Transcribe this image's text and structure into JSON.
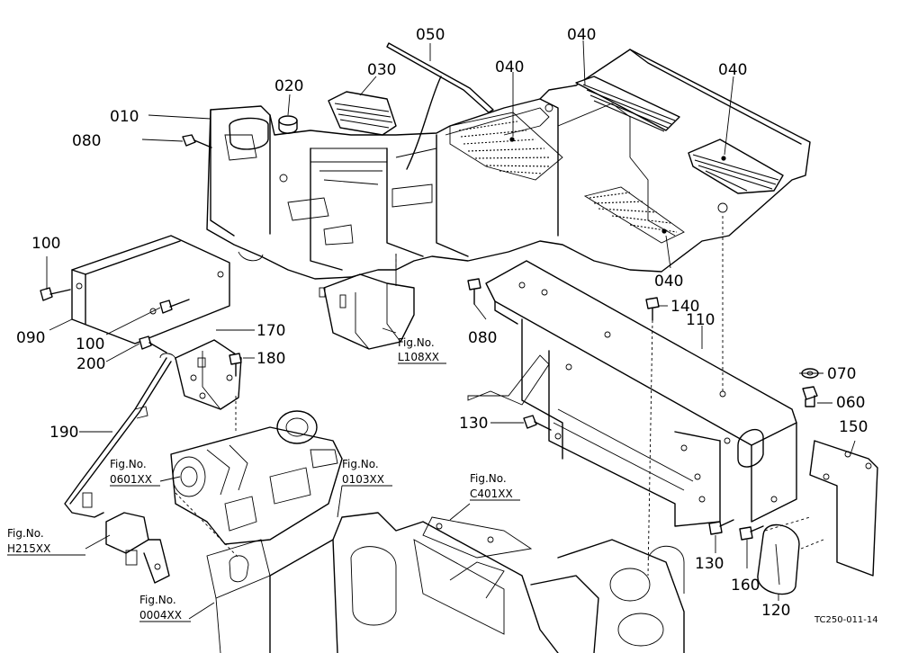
{
  "callouts": {
    "p010": "010",
    "p020": "020",
    "p030": "030",
    "p040a": "040",
    "p040b": "040",
    "p040c": "040",
    "p040d": "040",
    "p050": "050",
    "p060": "060",
    "p070": "070",
    "p080a": "080",
    "p080b": "080",
    "p090": "090",
    "p100a": "100",
    "p100b": "100",
    "p110": "110",
    "p120": "120",
    "p130a": "130",
    "p130b": "130",
    "p140": "140",
    "p150": "150",
    "p160": "160",
    "p170": "170",
    "p180": "180",
    "p190": "190",
    "p200": "200"
  },
  "fig_refs": {
    "l108_title": "Fig.No.",
    "l108_code": "L108XX",
    "f0601_title": "Fig.No.",
    "f0601_code": "0601XX",
    "f0103_title": "Fig.No.",
    "f0103_code": "0103XX",
    "c401_title": "Fig.No.",
    "c401_code": "C401XX",
    "h215_title": "Fig.No.",
    "h215_code": "H215XX",
    "f0004_title": "Fig.No.",
    "f0004_code": "0004XX"
  },
  "drawing_code": "TC250-011-14"
}
